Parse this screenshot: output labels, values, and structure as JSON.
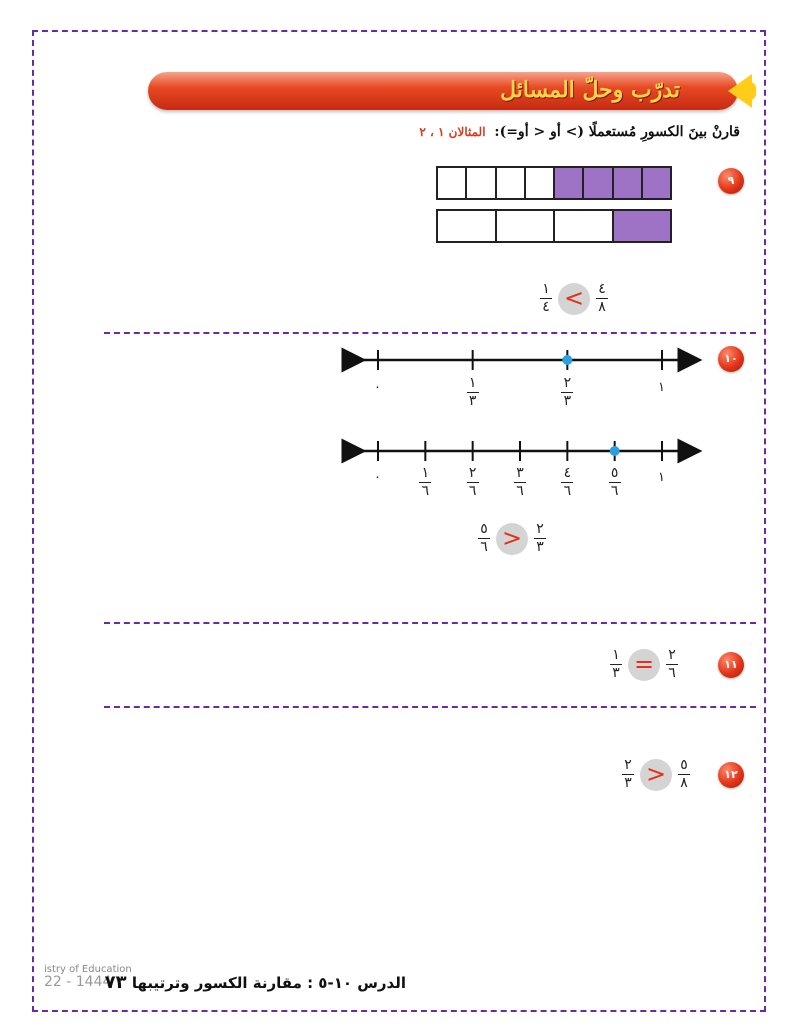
{
  "header": {
    "title": "تدرّب وحلّ المسائل"
  },
  "instruction": {
    "text": "قارنْ بينَ الكسورِ مُستعملًا (> أو < أو=):",
    "ref": "المثالان ١ ، ٢"
  },
  "exercises": [
    {
      "number": "٩",
      "bars": [
        {
          "parts": 8,
          "filled": 4
        },
        {
          "parts": 4,
          "filled": 1
        }
      ],
      "left": {
        "num": "١",
        "den": "٤"
      },
      "symbol": "<",
      "right": {
        "num": "٤",
        "den": "٨"
      }
    },
    {
      "number": "١٠",
      "line1": {
        "zero": "٠",
        "one": "١",
        "ticks": [
          {
            "num": "١",
            "den": "٣"
          },
          {
            "num": "٢",
            "den": "٣"
          }
        ],
        "point_index": 1
      },
      "line2": {
        "zero": "٠",
        "one": "١",
        "ticks": [
          {
            "num": "١",
            "den": "٦"
          },
          {
            "num": "٢",
            "den": "٦"
          },
          {
            "num": "٣",
            "den": "٦"
          },
          {
            "num": "٤",
            "den": "٦"
          },
          {
            "num": "٥",
            "den": "٦"
          }
        ],
        "point_index": 4
      },
      "left": {
        "num": "٥",
        "den": "٦"
      },
      "symbol": ">",
      "right": {
        "num": "٢",
        "den": "٣"
      }
    },
    {
      "number": "١١",
      "left": {
        "num": "١",
        "den": "٣"
      },
      "symbol": "=",
      "right": {
        "num": "٢",
        "den": "٦"
      }
    },
    {
      "number": "١٢",
      "left": {
        "num": "٢",
        "den": "٣"
      },
      "symbol": ">",
      "right": {
        "num": "٥",
        "den": "٨"
      }
    }
  ],
  "footer": {
    "lesson": "الدرس ١٠-٥ :  مقارنة الكسور وترتيبها",
    "page": "٧٣"
  },
  "watermark": {
    "line1": "istry of Education",
    "line2": "22 - 1444"
  },
  "colors": {
    "accent": "#6a2aa5",
    "fill": "#9e72c4",
    "banner": "#e84a24",
    "banner_text": "#ffd44a",
    "number_circle": "#e33418",
    "symbol": "#e4301a",
    "point": "#2aa0e0"
  }
}
